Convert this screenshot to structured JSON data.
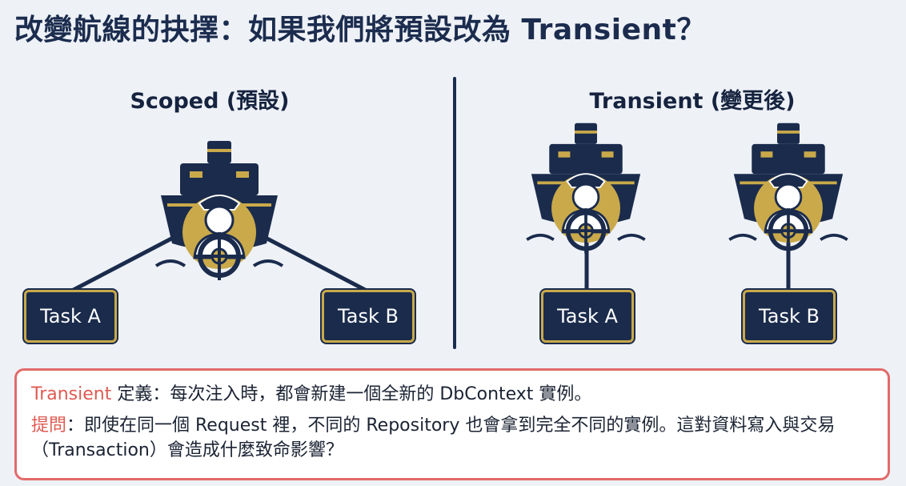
{
  "title": "改變航線的抉擇：如果我們將預設改為 Transient？",
  "left_panel": {
    "heading": "Scoped (預設)",
    "tasks": [
      "Task A",
      "Task B"
    ]
  },
  "right_panel": {
    "heading": "Transient (變更後)",
    "tasks": [
      "Task A",
      "Task B"
    ]
  },
  "note": {
    "definition_term": "Transient",
    "definition_text": " 定義：每次注入時，都會新建一個全新的 DbContext 實例。",
    "question_term": "提問",
    "question_text": "：即使在同一個 Request 裡，不同的 Repository 也會拿到完全不同的實例。這對資料寫入與交易（Transaction）會造成什麼致命影響？"
  },
  "colors": {
    "navy": "#1a2b4c",
    "gold": "#c9a94a",
    "accent_red": "#e05a52",
    "background": "#eef1f6"
  }
}
